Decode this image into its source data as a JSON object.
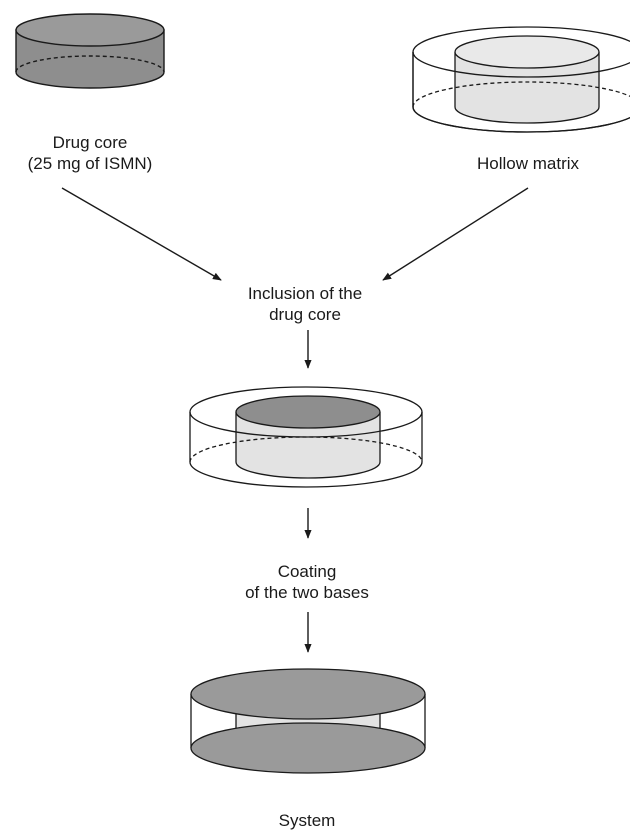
{
  "diagram": {
    "drug_core": {
      "line1": "Drug core",
      "line2": "(25 mg of ISMN)"
    },
    "hollow_matrix": {
      "label": "Hollow matrix"
    },
    "step_inclusion": {
      "line1": "Inclusion of the",
      "line2": "drug core"
    },
    "step_coating": {
      "line1": "Coating",
      "line2": "of the two bases"
    },
    "system": {
      "label": "System"
    }
  }
}
